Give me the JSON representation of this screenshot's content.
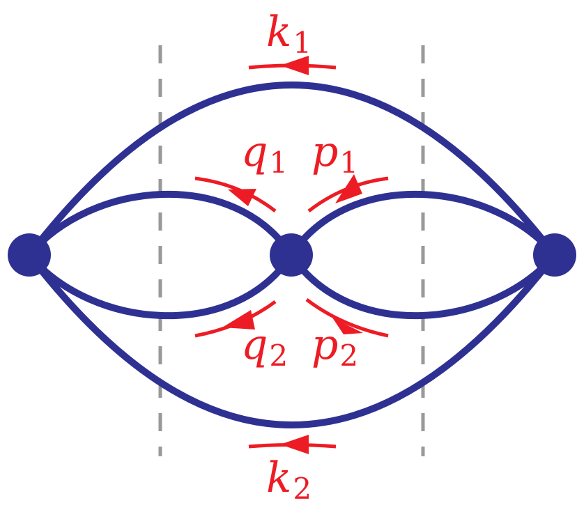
{
  "colors": {
    "propagator": "#2e3192",
    "momentum": "#ed1c24",
    "cut_line": "#999999"
  },
  "labels": {
    "k1": {
      "symbol": "k",
      "index": "1"
    },
    "k2": {
      "symbol": "k",
      "index": "2"
    },
    "q1": {
      "symbol": "q",
      "index": "1"
    },
    "q2": {
      "symbol": "q",
      "index": "2"
    },
    "p1": {
      "symbol": "p",
      "index": "1"
    },
    "p2": {
      "symbol": "p",
      "index": "2"
    }
  }
}
